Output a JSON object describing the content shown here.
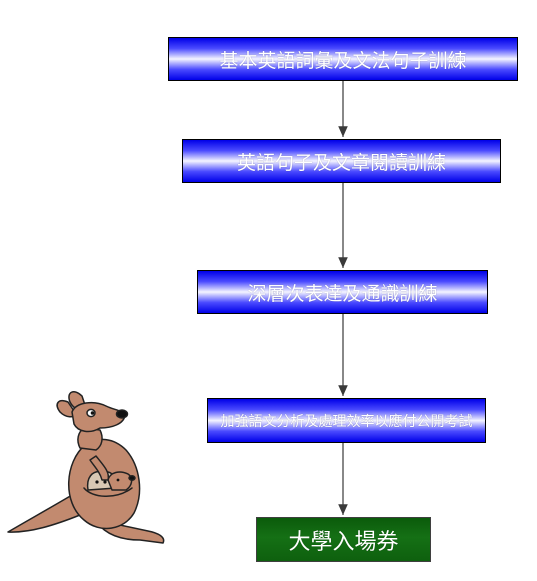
{
  "flowchart": {
    "steps": [
      "基本英語詞彙及文法句子訓練",
      "英語句子及文章閱讀訓練",
      "深層次表達及通識訓練",
      "加強語文分析及處理效率以應付公開考試"
    ],
    "goal": "大學入場券"
  },
  "colors": {
    "step_box": "#1a1aff",
    "goal_box": "#157015",
    "arrow": "#3a3a3a",
    "kangaroo": "#c28a6f"
  },
  "icons": {
    "mascot": "kangaroo-with-joey"
  }
}
